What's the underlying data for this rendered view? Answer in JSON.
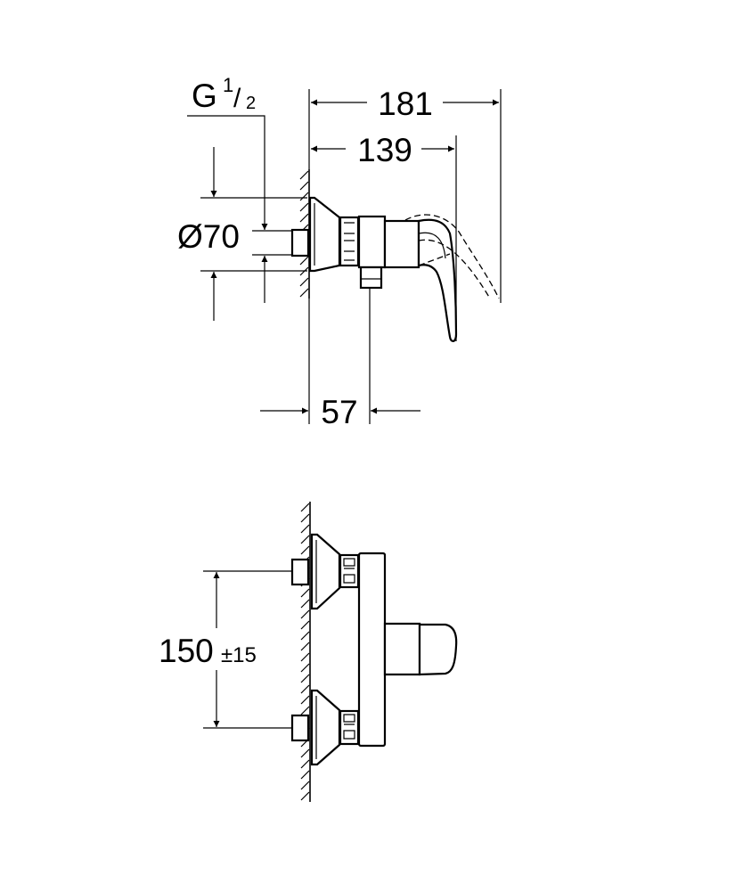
{
  "side_view": {
    "dim_total_depth": "181",
    "dim_handle_depth": "139",
    "dim_outlet_offset": "57",
    "dim_escutcheon_diameter": "Ø70",
    "thread_label_main": "G",
    "thread_label_num": "1",
    "thread_label_den": "2"
  },
  "front_view": {
    "dim_inlet_spacing": "150",
    "dim_tolerance": "±15"
  },
  "colors": {
    "line": "#000000",
    "background": "#ffffff"
  }
}
